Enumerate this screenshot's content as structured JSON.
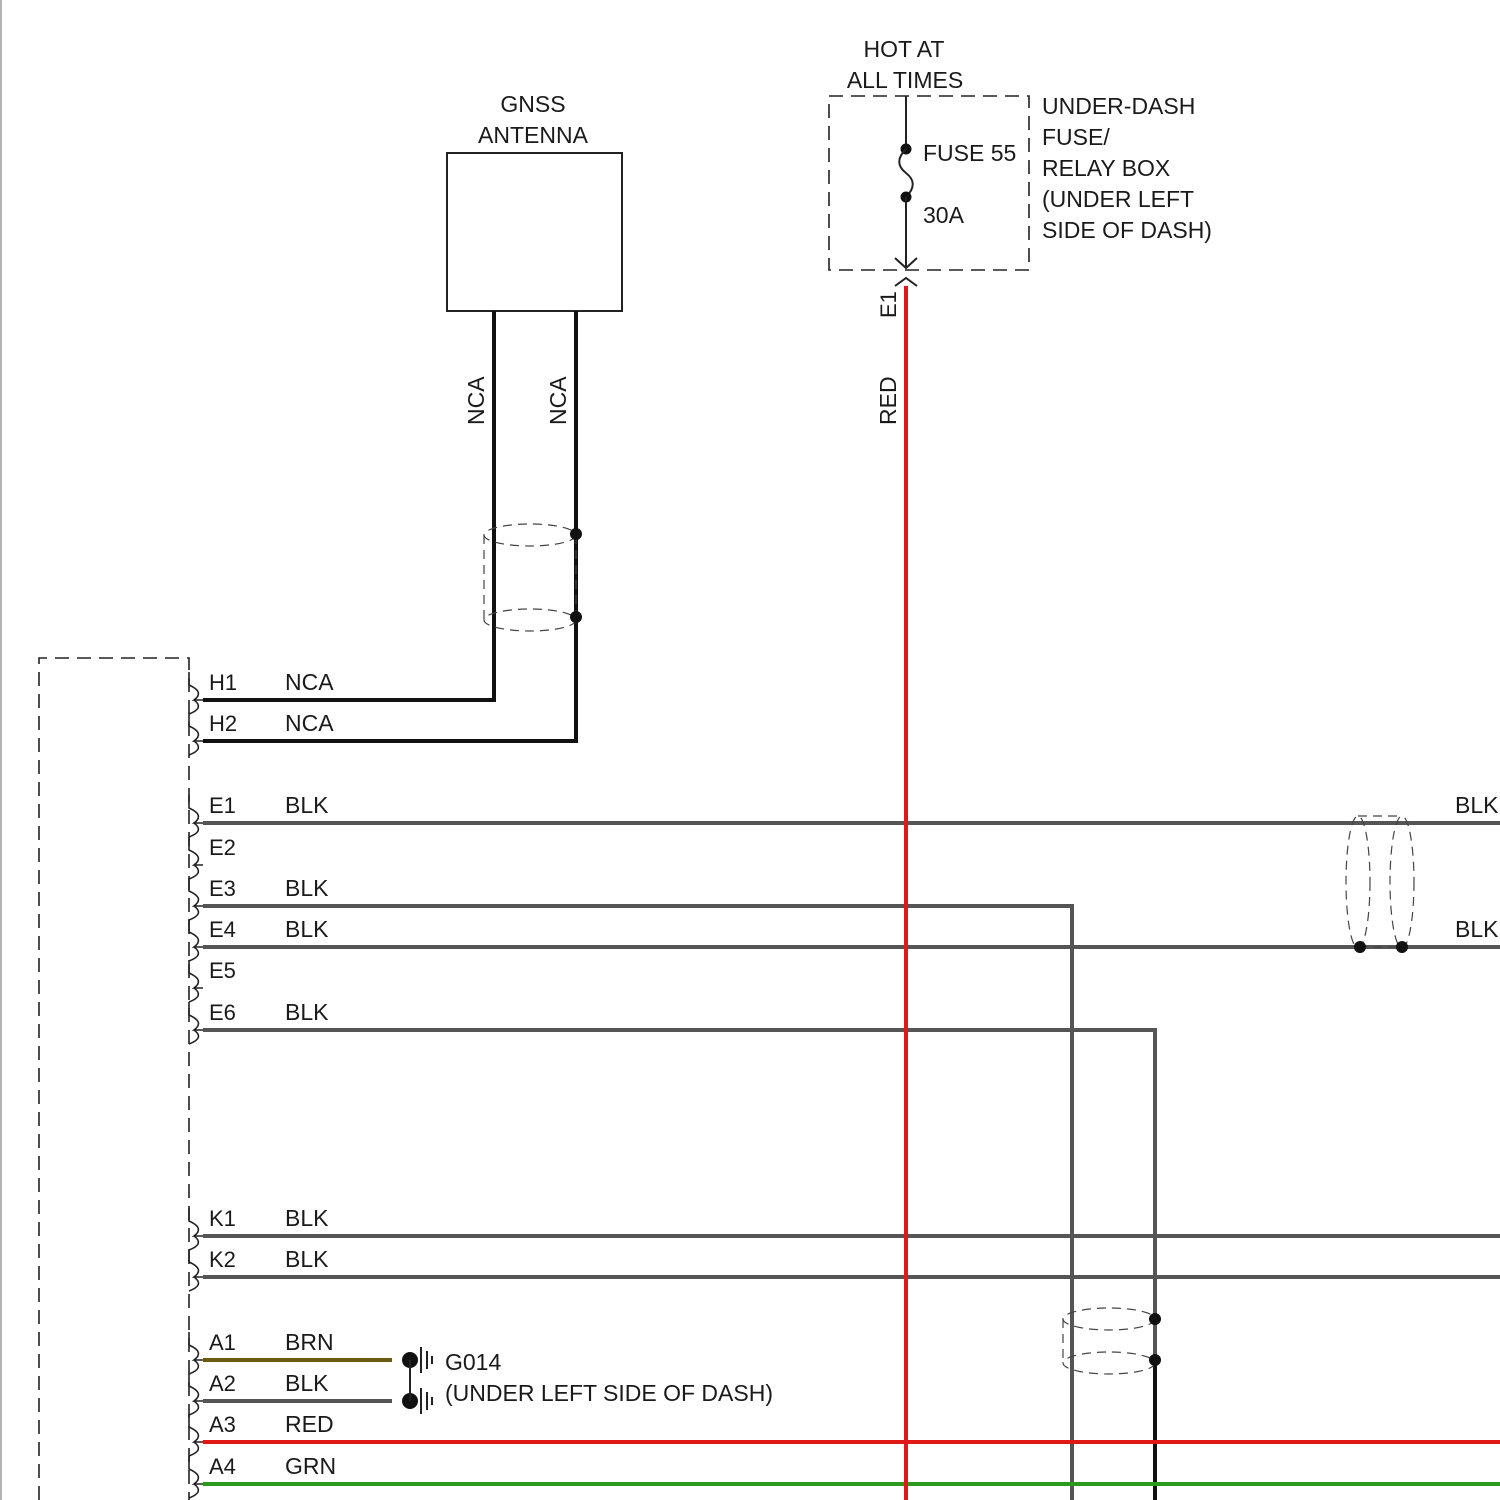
{
  "antenna": {
    "title_line1": "GNSS",
    "title_line2": "ANTENNA",
    "wire_left": "NCA",
    "wire_right": "NCA"
  },
  "power": {
    "header_line1": "HOT AT",
    "header_line2": "ALL TIMES",
    "fuse_name": "FUSE 55",
    "fuse_rating": "30A",
    "box_line1": "UNDER-DASH",
    "box_line2": "FUSE/",
    "box_line3": "RELAY BOX",
    "box_line4": "(UNDER LEFT",
    "box_line5": "SIDE OF DASH)",
    "connector_pin": "E1",
    "wire_color": "RED"
  },
  "pins": [
    {
      "pin": "H1",
      "color": "NCA"
    },
    {
      "pin": "H2",
      "color": "NCA"
    },
    {
      "pin": "E1",
      "color": "BLK"
    },
    {
      "pin": "E2",
      "color": ""
    },
    {
      "pin": "E3",
      "color": "BLK"
    },
    {
      "pin": "E4",
      "color": "BLK"
    },
    {
      "pin": "E5",
      "color": ""
    },
    {
      "pin": "E6",
      "color": "BLK"
    },
    {
      "pin": "K1",
      "color": "BLK"
    },
    {
      "pin": "K2",
      "color": "BLK"
    },
    {
      "pin": "A1",
      "color": "BRN"
    },
    {
      "pin": "A2",
      "color": "BLK"
    },
    {
      "pin": "A3",
      "color": "RED"
    },
    {
      "pin": "A4",
      "color": "GRN"
    }
  ],
  "right_labels": {
    "e1": "BLK",
    "e4": "BLK"
  },
  "ground": {
    "name": "G014",
    "location": "(UNDER LEFT SIDE OF DASH)"
  },
  "colors": {
    "blk": "#555555",
    "nca": "#111111",
    "red": "#e01818",
    "grn": "#2a9a1a",
    "brn": "#6b5a10"
  }
}
